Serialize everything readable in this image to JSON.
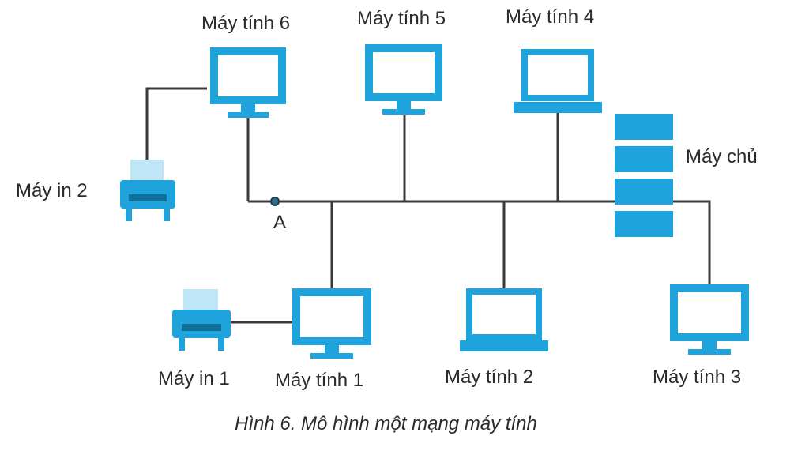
{
  "labels": {
    "pc6": "Máy tính 6",
    "pc5": "Máy tính 5",
    "pc4": "Máy tính 4",
    "server": "Máy chủ",
    "printer2": "Máy in 2",
    "point_a": "A",
    "printer1": "Máy in 1",
    "pc1": "Máy tính 1",
    "pc2": "Máy tính 2",
    "pc3": "Máy tính 3"
  },
  "caption": "Hình 6. Mô hình một mạng máy tính",
  "colors": {
    "device": "#1ea3dd",
    "device_light": "#bfe6f6",
    "wire": "#3a3a3a",
    "text": "#2b2b2b"
  }
}
